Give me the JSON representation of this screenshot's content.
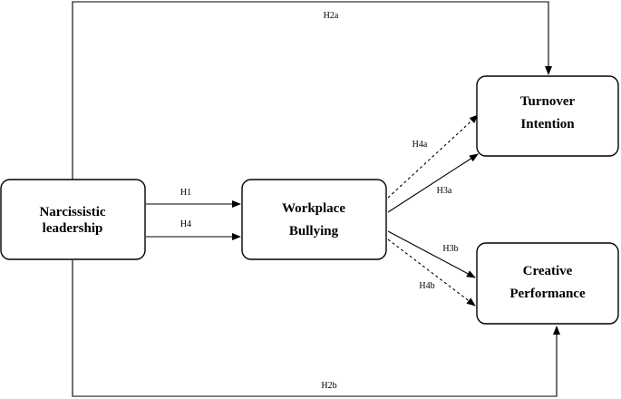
{
  "nodes": {
    "narcissistic_leadership": {
      "line1": "Narcissistic",
      "line2": "leadership"
    },
    "workplace_bullying": {
      "line1": "Workplace",
      "line2": "Bullying"
    },
    "turnover_intention": {
      "line1": "Turnover",
      "line2": "Intention"
    },
    "creative_performance": {
      "line1": "Creative",
      "line2": "Performance"
    }
  },
  "edges": {
    "h1": {
      "label": "H1",
      "from": "Narcissistic leadership",
      "to": "Workplace Bullying",
      "style": "solid"
    },
    "h4": {
      "label": "H4",
      "from": "Narcissistic leadership",
      "to": "Workplace Bullying",
      "style": "solid"
    },
    "h2a": {
      "label": "H2a",
      "from": "Narcissistic leadership",
      "to": "Turnover Intention",
      "style": "solid"
    },
    "h2b": {
      "label": "H2b",
      "from": "Narcissistic leadership",
      "to": "Creative Performance",
      "style": "solid"
    },
    "h3a": {
      "label": "H3a",
      "from": "Workplace Bullying",
      "to": "Turnover Intention",
      "style": "solid"
    },
    "h4a": {
      "label": "H4a",
      "from": "Workplace Bullying",
      "to": "Turnover Intention",
      "style": "dashed"
    },
    "h3b": {
      "label": "H3b",
      "from": "Workplace Bullying",
      "to": "Creative Performance",
      "style": "solid"
    },
    "h4b": {
      "label": "H4b",
      "from": "Workplace Bullying",
      "to": "Creative Performance",
      "style": "dashed"
    }
  },
  "colors": {
    "stroke": "#000000",
    "background": "#ffffff"
  }
}
